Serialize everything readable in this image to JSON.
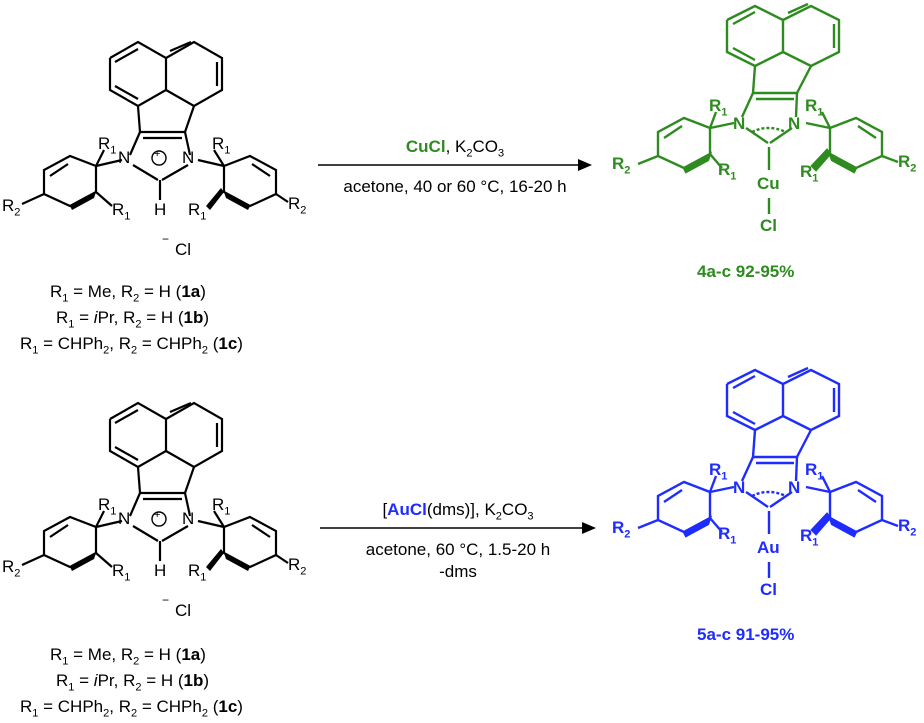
{
  "colors": {
    "black": "#000000",
    "green": "#2e8b1f",
    "blue": "#1f2cff"
  },
  "atoms": {
    "N": "N",
    "H": "H",
    "Cl_anion": "Cl",
    "plus": "+",
    "minus": "−",
    "R1": "R",
    "R1_sub": "1",
    "R2": "R",
    "R2_sub": "2",
    "Cu": "Cu",
    "Au": "Au",
    "Cl": "Cl"
  },
  "reaction1": {
    "reagent_bold": "CuCl",
    "reagent_rest": ", K",
    "reagent_sub": "2",
    "reagent_end": "CO",
    "reagent_sub2": "3",
    "conditions": "acetone, 40 or 60 °C, 16-20 h",
    "product_label": "4a-c  92-95%"
  },
  "reaction2": {
    "reagent_pre": "[",
    "reagent_bold": "AuCl",
    "reagent_mid": "(dms)], K",
    "reagent_sub": "2",
    "reagent_end": "CO",
    "reagent_sub2": "3",
    "conditions": "acetone, 60 °C, 1.5-20 h",
    "conditions2": "-dms",
    "product_label": "5a-c  91-95%"
  },
  "legend": [
    {
      "r1": "Me",
      "r2": "H",
      "code_num": "1",
      "code_letter": "a"
    },
    {
      "r1": "iPr",
      "r2": "H",
      "code_num": "1",
      "code_letter": "b"
    },
    {
      "r1": "CHPh2",
      "r2": "CHPh2",
      "code_num": "1",
      "code_letter": "c"
    }
  ]
}
